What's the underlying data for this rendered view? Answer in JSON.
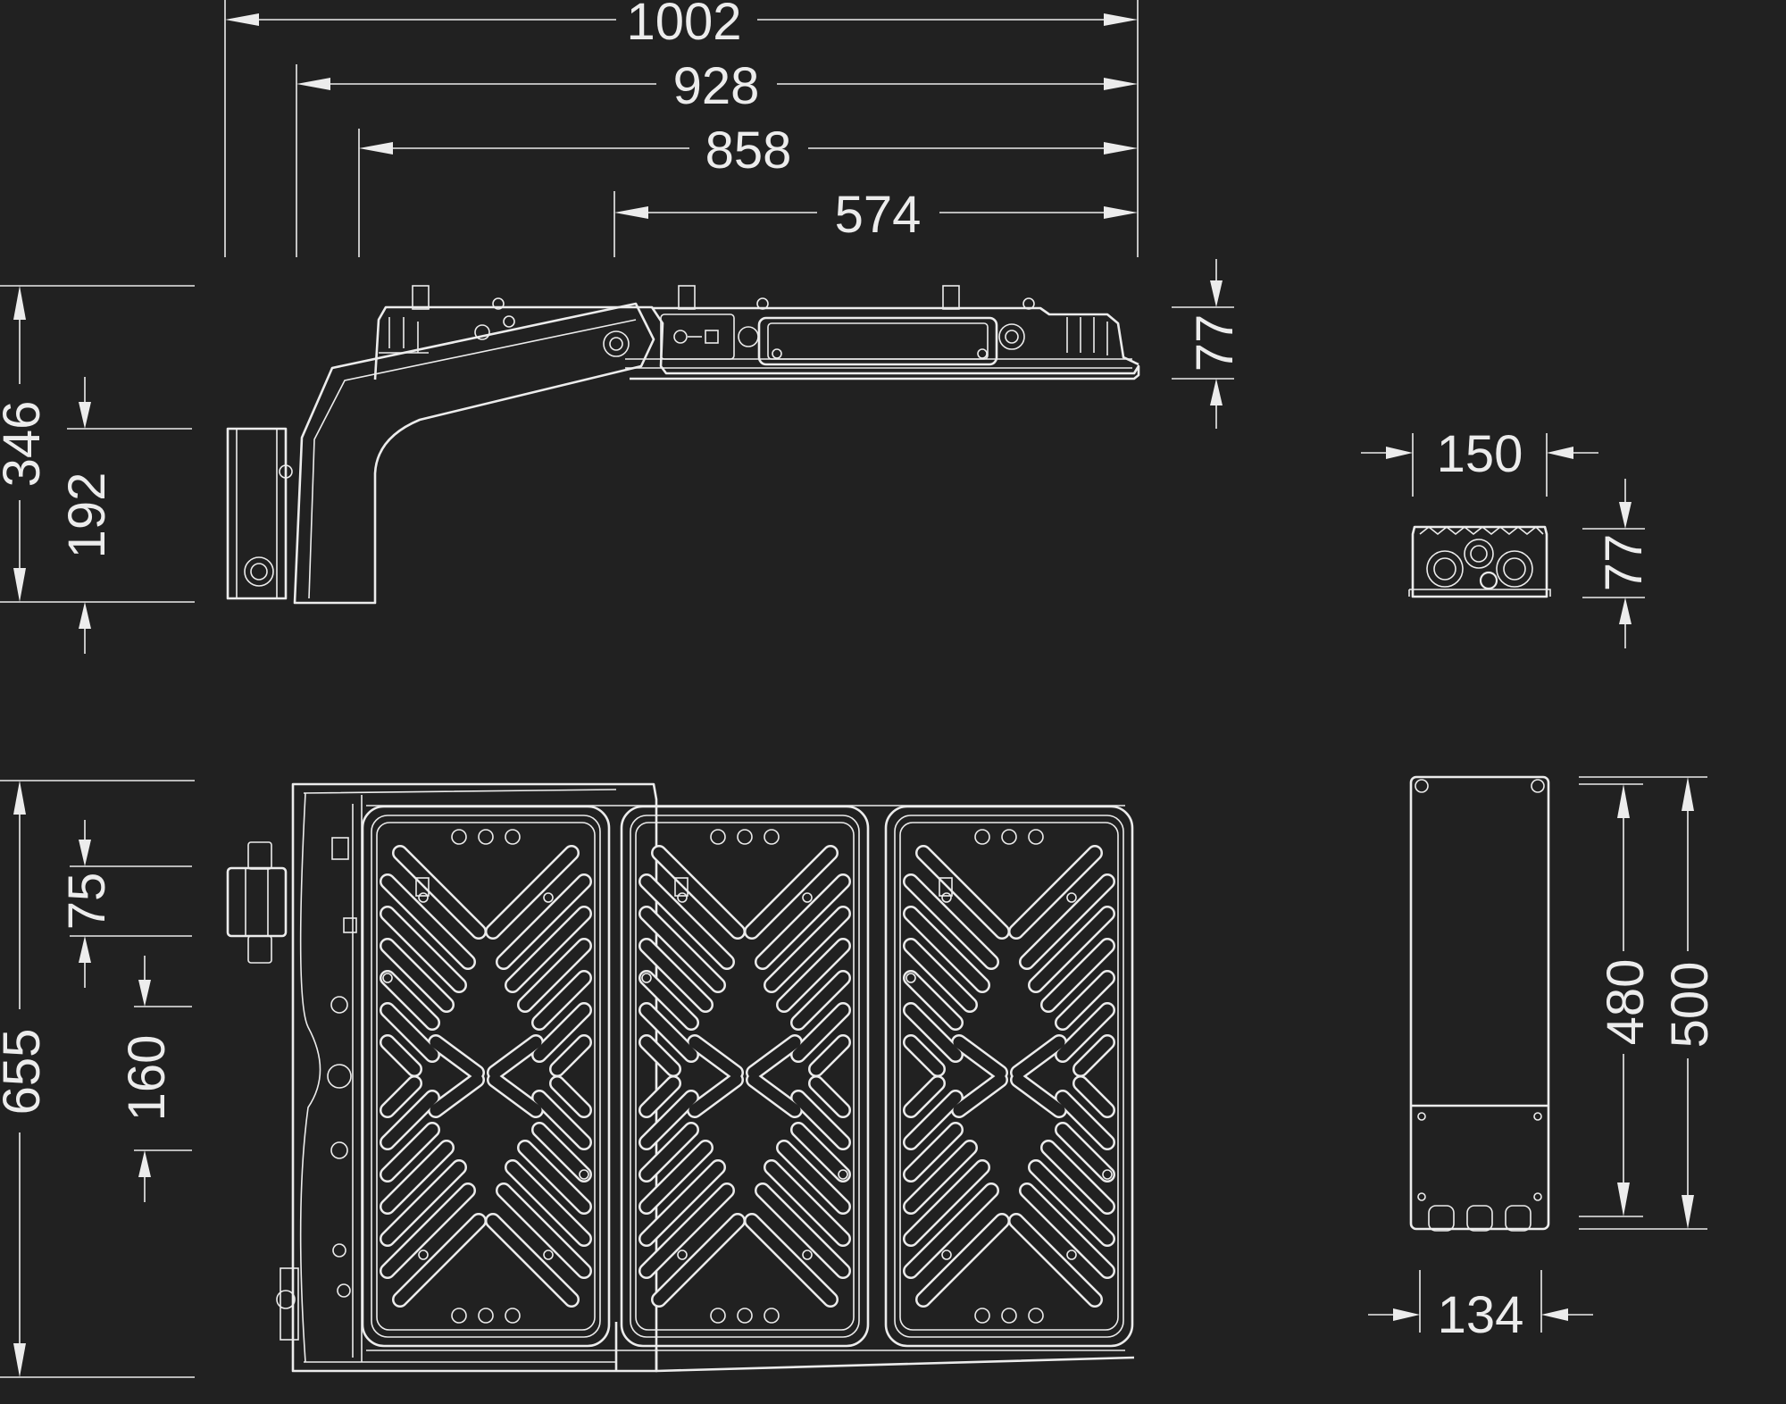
{
  "drawing": {
    "background": "#212121",
    "line_color": "#ececec",
    "dimensions": {
      "side_length_overall": "1002",
      "side_length_928": "928",
      "side_length_858": "858",
      "side_length_574": "574",
      "side_height_overall": "346",
      "side_height_192": "192",
      "side_body_height": "77",
      "end_width": "150",
      "end_height": "77",
      "bottom_height_overall": "655",
      "bottom_offset_75": "75",
      "bottom_offset_160": "160",
      "gear_length_480": "480",
      "gear_length_500": "500",
      "gear_width": "134"
    }
  }
}
